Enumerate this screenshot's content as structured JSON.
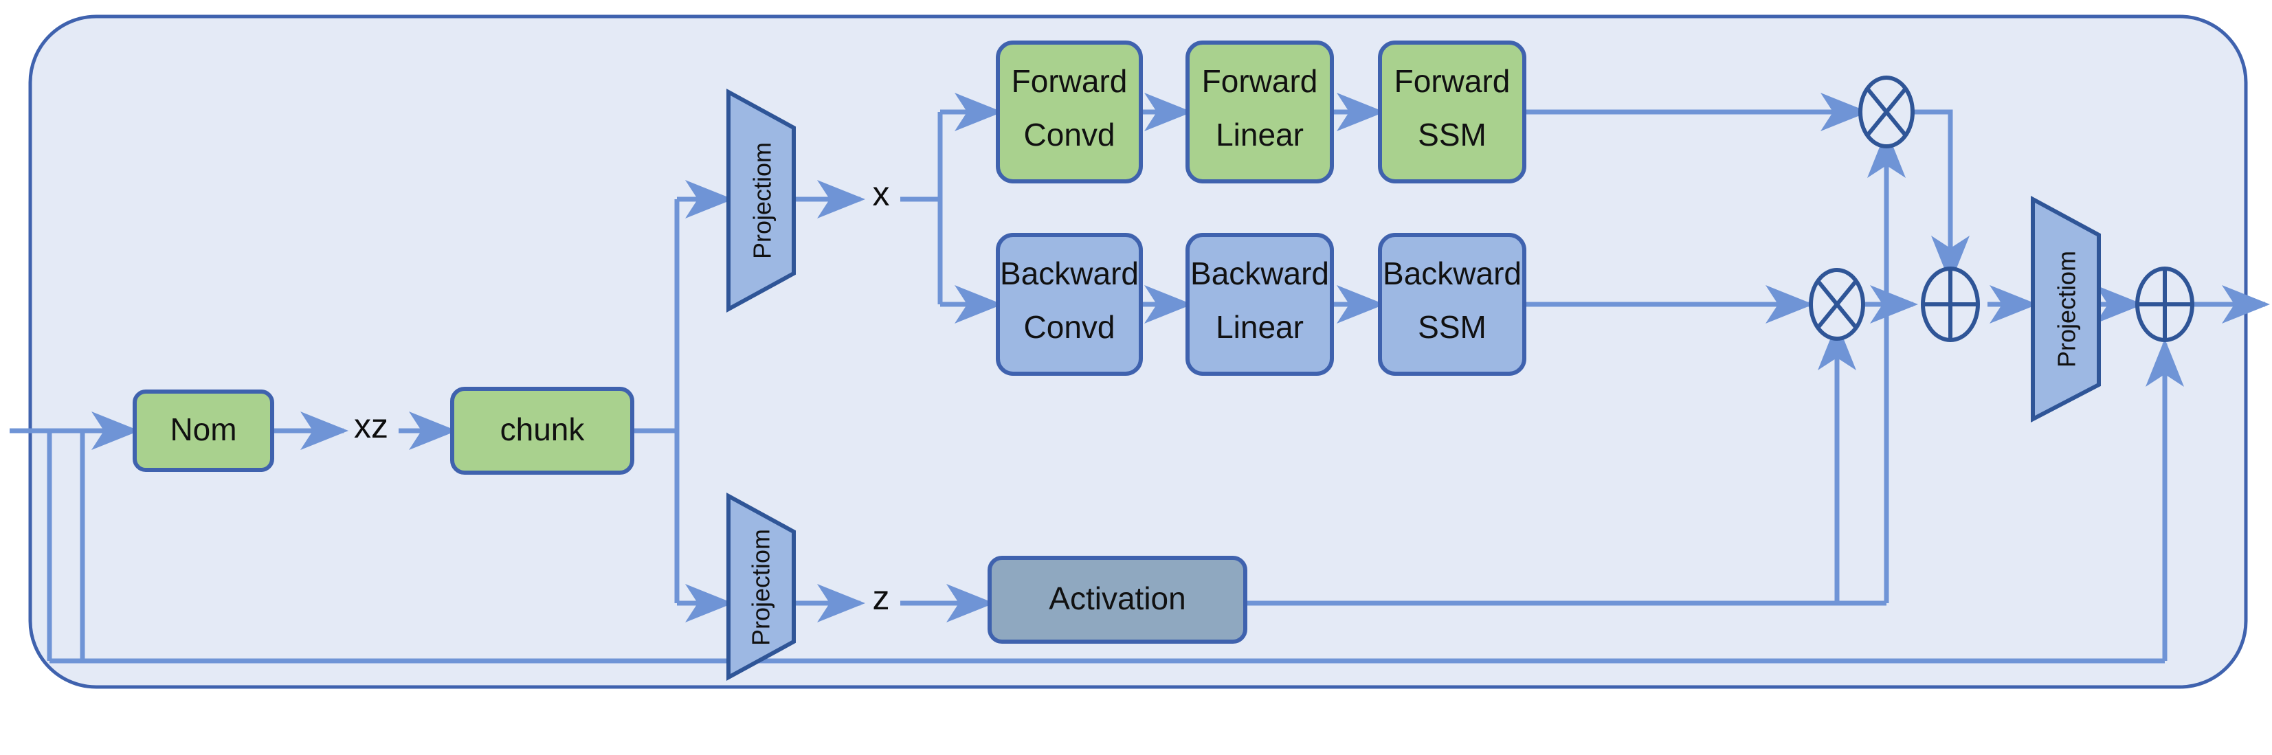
{
  "diagram": {
    "title": "Bidirectional Mamba / Vision-Mamba style block",
    "colors": {
      "panel_fill": "#E4EAF6",
      "panel_stroke": "#3F62AE",
      "green_fill": "#A9D18E",
      "green_stroke": "#3F62AE",
      "blue_fill": "#9DB8E3",
      "blue_stroke": "#3F62AE",
      "gray_fill": "#8FA8C0",
      "gray_stroke": "#3F62AE",
      "arrow": "#6F94D6",
      "op_stroke": "#2F5597",
      "text": "#111111"
    },
    "nodes": {
      "norm": "Nom",
      "chunk": "chunk",
      "projection_x": "Projectiom",
      "projection_z": "Projectiom",
      "projection_out": "Projectiom",
      "forward_conv": "Forward\nConvd",
      "forward_conv_l1": "Forward",
      "forward_conv_l2": "Convd",
      "forward_linear_l1": "Forward",
      "forward_linear_l2": "Linear",
      "forward_ssm_l1": "Forward",
      "forward_ssm_l2": "SSM",
      "backward_conv_l1": "Backward",
      "backward_conv_l2": "Convd",
      "backward_linear_l1": "Backward",
      "backward_linear_l2": "Linear",
      "backward_ssm_l1": "Backward",
      "backward_ssm_l2": "SSM",
      "activation": "Activation"
    },
    "edge_labels": {
      "xz": "xz",
      "x": "x",
      "z": "z"
    },
    "operators": {
      "multiply_forward": "⊗",
      "multiply_backward": "⊗",
      "add_merge": "⊕",
      "add_residual": "⊕"
    }
  }
}
